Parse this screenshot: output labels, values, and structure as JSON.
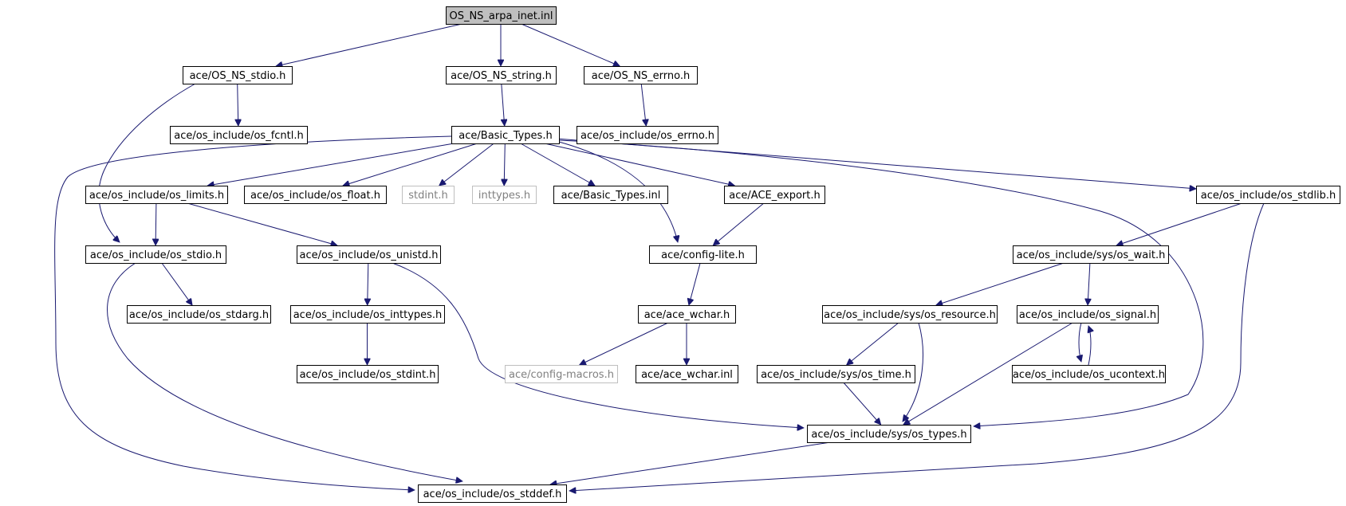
{
  "graph": {
    "nodes": [
      {
        "id": "root",
        "label": "OS_NS_arpa_inet.inl",
        "style": "root"
      },
      {
        "id": "stdio_ns",
        "label": "ace/OS_NS_stdio.h",
        "style": "normal"
      },
      {
        "id": "string_ns",
        "label": "ace/OS_NS_string.h",
        "style": "normal"
      },
      {
        "id": "errno_ns",
        "label": "ace/OS_NS_errno.h",
        "style": "normal"
      },
      {
        "id": "fcntl",
        "label": "ace/os_include/os_fcntl.h",
        "style": "normal"
      },
      {
        "id": "basic",
        "label": "ace/Basic_Types.h",
        "style": "normal"
      },
      {
        "id": "errno_inc",
        "label": "ace/os_include/os_errno.h",
        "style": "normal"
      },
      {
        "id": "limits",
        "label": "ace/os_include/os_limits.h",
        "style": "normal"
      },
      {
        "id": "float",
        "label": "ace/os_include/os_float.h",
        "style": "normal"
      },
      {
        "id": "stdint_sys",
        "label": "stdint.h",
        "style": "missing"
      },
      {
        "id": "inttypes_sys",
        "label": "inttypes.h",
        "style": "missing"
      },
      {
        "id": "basic_inl",
        "label": "ace/Basic_Types.inl",
        "style": "normal"
      },
      {
        "id": "export",
        "label": "ace/ACE_export.h",
        "style": "normal"
      },
      {
        "id": "stdlib",
        "label": "ace/os_include/os_stdlib.h",
        "style": "normal"
      },
      {
        "id": "stdio_inc",
        "label": "ace/os_include/os_stdio.h",
        "style": "normal"
      },
      {
        "id": "unistd",
        "label": "ace/os_include/os_unistd.h",
        "style": "normal"
      },
      {
        "id": "configlite",
        "label": "ace/config-lite.h",
        "style": "normal"
      },
      {
        "id": "wait",
        "label": "ace/os_include/sys/os_wait.h",
        "style": "normal"
      },
      {
        "id": "stdarg",
        "label": "ace/os_include/os_stdarg.h",
        "style": "normal"
      },
      {
        "id": "inttypes_inc",
        "label": "ace/os_include/os_inttypes.h",
        "style": "normal"
      },
      {
        "id": "acewchar",
        "label": "ace/ace_wchar.h",
        "style": "normal"
      },
      {
        "id": "resource",
        "label": "ace/os_include/sys/os_resource.h",
        "style": "normal"
      },
      {
        "id": "signal",
        "label": "ace/os_include/os_signal.h",
        "style": "normal"
      },
      {
        "id": "stdint_inc",
        "label": "ace/os_include/os_stdint.h",
        "style": "normal"
      },
      {
        "id": "configmacros",
        "label": "ace/config-macros.h",
        "style": "missing"
      },
      {
        "id": "acewchar_inl",
        "label": "ace/ace_wchar.inl",
        "style": "normal"
      },
      {
        "id": "time",
        "label": "ace/os_include/sys/os_time.h",
        "style": "normal"
      },
      {
        "id": "ucontext",
        "label": "ace/os_include/os_ucontext.h",
        "style": "normal"
      },
      {
        "id": "types",
        "label": "ace/os_include/sys/os_types.h",
        "style": "normal"
      },
      {
        "id": "stddef",
        "label": "ace/os_include/os_stddef.h",
        "style": "normal"
      }
    ],
    "edges": [
      {
        "from": "root",
        "to": "stdio_ns"
      },
      {
        "from": "root",
        "to": "string_ns"
      },
      {
        "from": "root",
        "to": "errno_ns"
      },
      {
        "from": "stdio_ns",
        "to": "fcntl"
      },
      {
        "from": "stdio_ns",
        "to": "stdio_inc"
      },
      {
        "from": "string_ns",
        "to": "basic"
      },
      {
        "from": "errno_ns",
        "to": "errno_inc"
      },
      {
        "from": "basic",
        "to": "limits"
      },
      {
        "from": "basic",
        "to": "float"
      },
      {
        "from": "basic",
        "to": "stdint_sys"
      },
      {
        "from": "basic",
        "to": "inttypes_sys"
      },
      {
        "from": "basic",
        "to": "basic_inl"
      },
      {
        "from": "basic",
        "to": "export"
      },
      {
        "from": "basic",
        "to": "configlite"
      },
      {
        "from": "basic",
        "to": "stdlib"
      },
      {
        "from": "basic",
        "to": "types"
      },
      {
        "from": "basic",
        "to": "stddef"
      },
      {
        "from": "limits",
        "to": "stdio_inc"
      },
      {
        "from": "limits",
        "to": "unistd"
      },
      {
        "from": "export",
        "to": "configlite"
      },
      {
        "from": "stdlib",
        "to": "wait"
      },
      {
        "from": "stdlib",
        "to": "stddef"
      },
      {
        "from": "stdio_inc",
        "to": "stdarg"
      },
      {
        "from": "stdio_inc",
        "to": "stddef"
      },
      {
        "from": "unistd",
        "to": "inttypes_inc"
      },
      {
        "from": "unistd",
        "to": "types"
      },
      {
        "from": "configlite",
        "to": "acewchar"
      },
      {
        "from": "wait",
        "to": "resource"
      },
      {
        "from": "wait",
        "to": "signal"
      },
      {
        "from": "inttypes_inc",
        "to": "stdint_inc"
      },
      {
        "from": "acewchar",
        "to": "configmacros"
      },
      {
        "from": "acewchar",
        "to": "acewchar_inl"
      },
      {
        "from": "resource",
        "to": "time"
      },
      {
        "from": "resource",
        "to": "types"
      },
      {
        "from": "signal",
        "to": "types"
      },
      {
        "from": "signal",
        "to": "ucontext"
      },
      {
        "from": "ucontext",
        "to": "signal"
      },
      {
        "from": "time",
        "to": "types"
      },
      {
        "from": "types",
        "to": "stddef"
      }
    ]
  },
  "colors": {
    "edge": "#191970",
    "border": "#000000",
    "missing_border": "#bfbfbf",
    "missing_text": "#808080",
    "root_fill": "#bfbfbf",
    "fill": "#ffffff",
    "text": "#000000"
  }
}
